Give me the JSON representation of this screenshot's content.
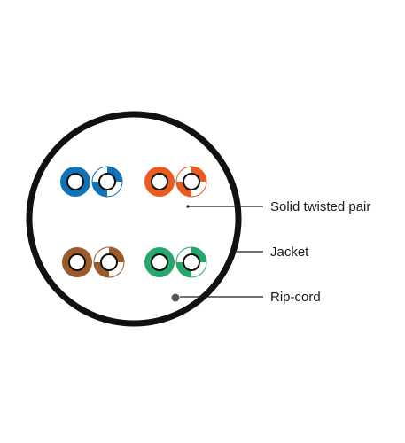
{
  "labels": {
    "solid_twisted_pair": "Solid twisted pair",
    "jacket": "Jacket",
    "rip_cord": "Rip-cord"
  },
  "pairs": [
    {
      "name": "blue",
      "color": "#0f73b6"
    },
    {
      "name": "orange",
      "color": "#ea5b1f"
    },
    {
      "name": "brown",
      "color": "#9a5a2a"
    },
    {
      "name": "green",
      "color": "#27a66d"
    }
  ],
  "colors": {
    "jacket": "#111111",
    "leader_line": "#1a1a1a",
    "rip_cord": "#555555",
    "conductor_core": "#ffffff",
    "conductor_outline": "#111111"
  }
}
